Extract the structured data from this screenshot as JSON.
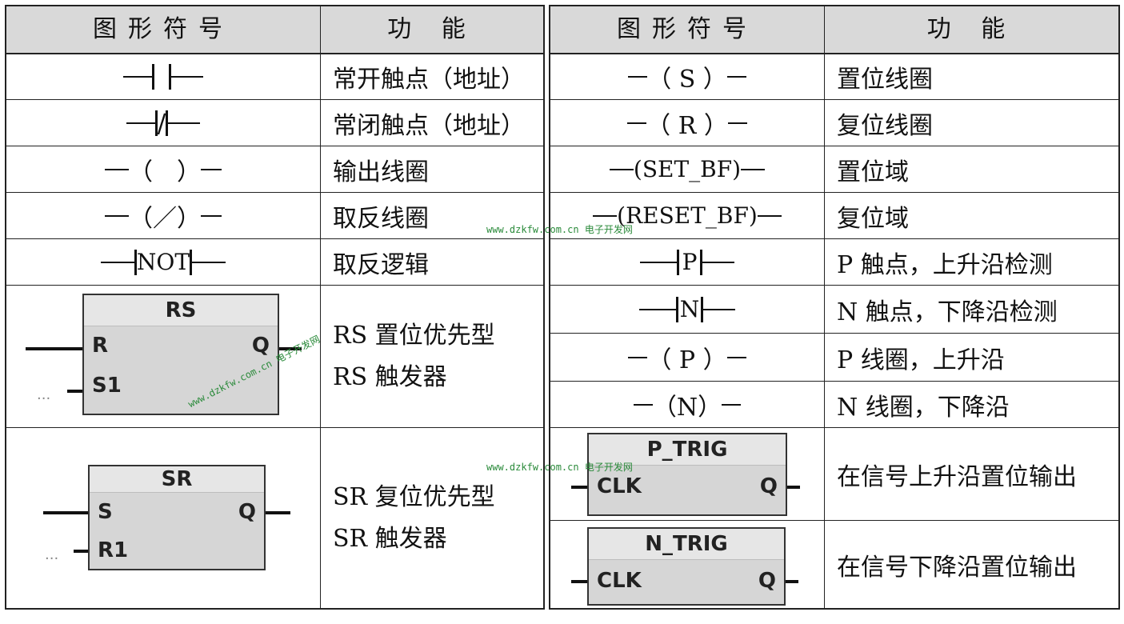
{
  "header": {
    "symbol": "图形符号",
    "function": "功 能"
  },
  "left_rows": [
    {
      "symbol": "contact_no",
      "function": "常开触点（地址）"
    },
    {
      "symbol": "contact_nc",
      "function": "常闭触点（地址）"
    },
    {
      "symbol": "coil",
      "symbol_text": "（　）",
      "function": "输出线圈"
    },
    {
      "symbol": "coil_neg",
      "symbol_text": "（／）",
      "function": "取反线圈"
    },
    {
      "symbol": "not",
      "symbol_text": "NOT",
      "function": "取反逻辑"
    },
    {
      "symbol": "rs_block",
      "block_title": "RS",
      "pins": [
        "R",
        "S1",
        "Q"
      ],
      "dots": "...",
      "function_lines": [
        "RS 置位优先型",
        "RS 触发器"
      ]
    },
    {
      "symbol": "sr_block",
      "block_title": "SR",
      "pins": [
        "S",
        "R1",
        "Q"
      ],
      "dots": "...",
      "function_lines": [
        "SR 复位优先型",
        "SR 触发器"
      ]
    }
  ],
  "right_rows": [
    {
      "symbol_text": "（ S ）",
      "function": "置位线圈"
    },
    {
      "symbol_text": "（ R ）",
      "function": "复位线圈"
    },
    {
      "symbol_text": "(SET_BF)",
      "function": "置位域"
    },
    {
      "symbol_text": "(RESET_BF)",
      "function": "复位域"
    },
    {
      "symbol_text": "P",
      "function": "P 触点，上升沿检测"
    },
    {
      "symbol_text": "N",
      "function": "N 触点，下降沿检测"
    },
    {
      "symbol_text": "（ P ）",
      "function": "P 线圈，上升沿"
    },
    {
      "symbol_text": "（N）",
      "function": "N 线圈，下降沿"
    },
    {
      "block_title": "P_TRIG",
      "pins": [
        "CLK",
        "Q"
      ],
      "function": "在信号上升沿置位输出"
    },
    {
      "block_title": "N_TRIG",
      "pins": [
        "CLK",
        "Q"
      ],
      "function": "在信号下降沿置位输出"
    }
  ],
  "watermark": "www.dzkfw.com.cn 电子开发网"
}
